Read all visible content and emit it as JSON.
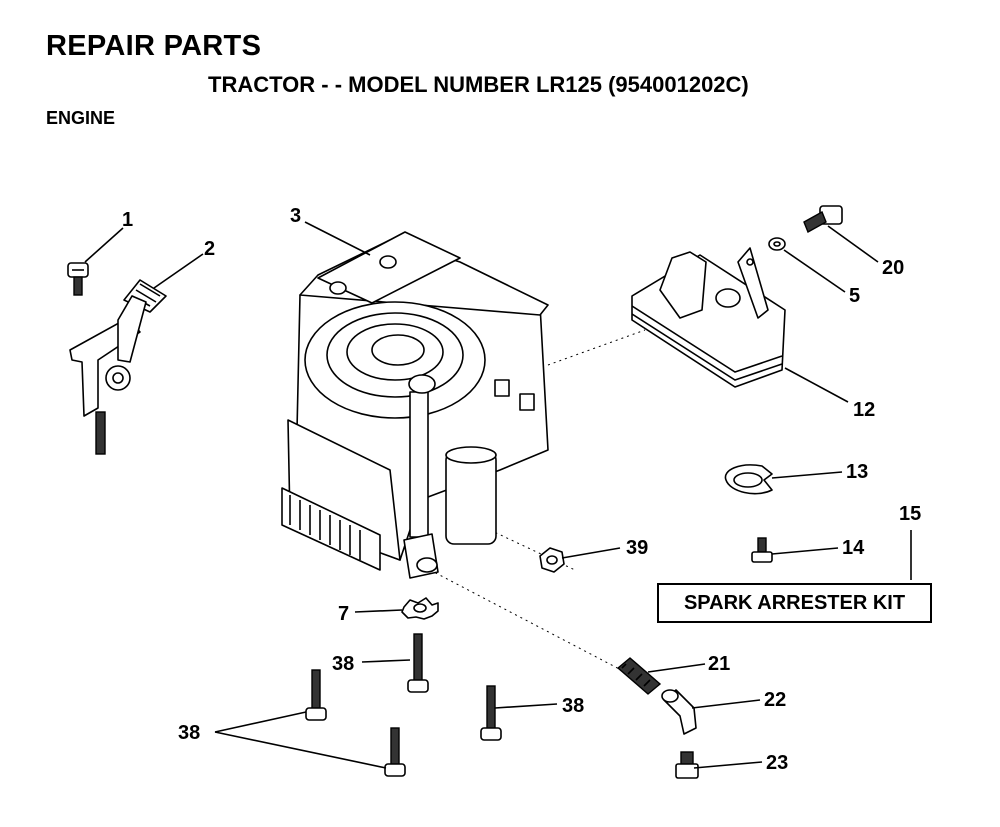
{
  "header": {
    "title": "REPAIR PARTS",
    "subtitle": "TRACTOR - - MODEL NUMBER LR125 (954001202C)",
    "section": "ENGINE"
  },
  "kit_label": "SPARK ARRESTER KIT",
  "callouts": {
    "c1": "1",
    "c2": "2",
    "c3": "3",
    "c5": "5",
    "c7": "7",
    "c12": "12",
    "c13": "13",
    "c14": "14",
    "c15": "15",
    "c20": "20",
    "c21": "21",
    "c22": "22",
    "c23": "23",
    "c38a": "38",
    "c38b": "38",
    "c38c": "38",
    "c39": "39"
  }
}
